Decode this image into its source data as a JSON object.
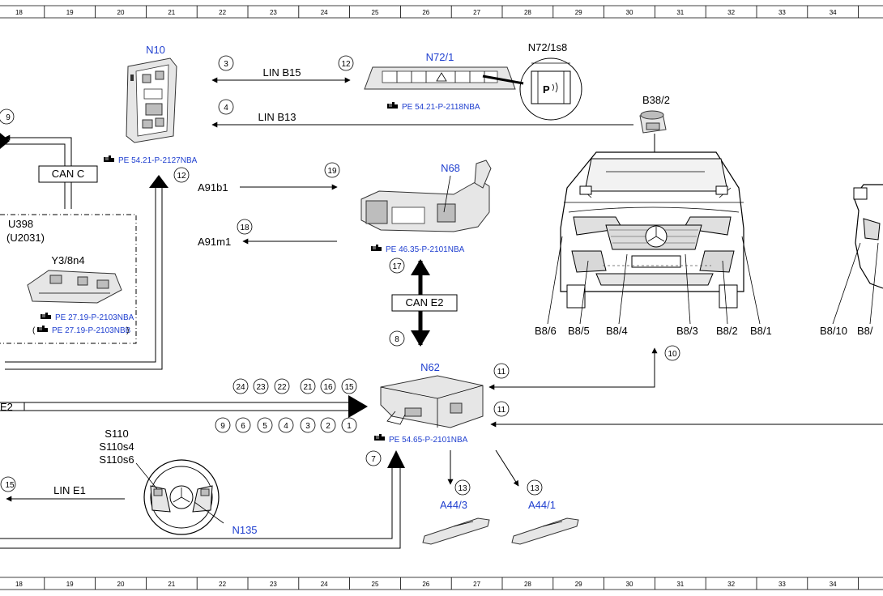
{
  "ruler": {
    "top_numbers": [
      "18",
      "19",
      "20",
      "21",
      "22",
      "23",
      "24",
      "25",
      "26",
      "27",
      "28",
      "29",
      "30",
      "31",
      "32",
      "33",
      "34"
    ],
    "bottom_numbers": [
      "18",
      "19",
      "20",
      "21",
      "22",
      "23",
      "24",
      "25",
      "26",
      "27",
      "28",
      "29",
      "30",
      "31",
      "32",
      "33",
      "34"
    ]
  },
  "components": {
    "n10": "N10",
    "n72_1": "N72/1",
    "n72_1s8": "N72/1s8",
    "b38_2": "B38/2",
    "n68": "N68",
    "n62": "N62",
    "u398": "U398",
    "u2031": "(U2031)",
    "y3_8n4": "Y3/8n4",
    "s110": "S110",
    "s110s4": "S110s4",
    "s110s6": "S110s6",
    "n135": "N135",
    "a44_3": "A44/3",
    "a44_1": "A44/1",
    "a91b1": "A91b1",
    "a91m1": "A91m1",
    "b8_6": "B8/6",
    "b8_5": "B8/5",
    "b8_4": "B8/4",
    "b8_3": "B8/3",
    "b8_2": "B8/2",
    "b8_1": "B8/1",
    "b8_10": "B8/10",
    "b8_partial": "B8/"
  },
  "buses": {
    "lin_b15": "LIN B15",
    "lin_b13": "LIN B13",
    "can_c": "CAN C",
    "can_e2": "CAN E2",
    "lin_e1": "LIN E1",
    "e2_partial": "E2"
  },
  "references": {
    "n10_ref": "PE 54.21-P-2127NBA",
    "n72_ref": "PE 54.21-P-2118NBA",
    "n68_ref": "PE 46.35-P-2101NBA",
    "y3_ref1": "PE 27.19-P-2103NBA",
    "y3_ref2": "PE 27.19-P-2103NBB",
    "n62_ref": "PE 54.65-P-2101NBA"
  },
  "circles": {
    "c3": "3",
    "c12a": "12",
    "c4": "4",
    "c9": "9",
    "c12b": "12",
    "c19": "19",
    "c18": "18",
    "c17": "17",
    "c8": "8",
    "c10": "10",
    "c11a": "11",
    "c11b": "11",
    "c7": "7",
    "c13a": "13",
    "c13b": "13",
    "c15": "15",
    "row1": [
      "24",
      "23",
      "22",
      "21",
      "16",
      "15"
    ],
    "row2": [
      "9",
      "6",
      "5",
      "4",
      "3",
      "2",
      "1"
    ]
  },
  "icons": {
    "reference_icon": "hand-pointer-icon",
    "park_icon": "parking-sensor-icon"
  },
  "colors": {
    "label_blue": "#1f3fcf",
    "line": "#000000"
  }
}
